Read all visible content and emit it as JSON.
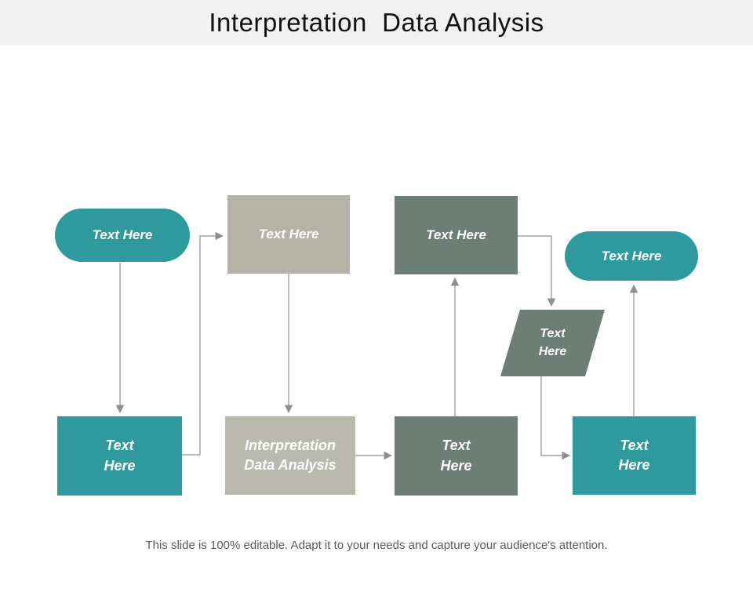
{
  "slide": {
    "title": "Interpretation  Data Analysis",
    "footer": "This slide is 100% editable. Adapt it to your needs and capture your audience's attention."
  },
  "colors": {
    "teal": "#2e9a9e",
    "sage": "#b4b3a6",
    "sage_light": "#bab9ad",
    "slate": "#6d7e76",
    "connector": "#8f8f8f",
    "title_band_bg": "#f1f1f1",
    "title_text": "#121212",
    "footer_text": "#5a5a5a",
    "node_text": "#ffffff"
  },
  "diagram": {
    "nodes": [
      {
        "id": "pill-top-left",
        "shape": "rounded-pill",
        "color": "#2e9a9e",
        "label": "Text Here"
      },
      {
        "id": "rect-top-sage",
        "shape": "rectangle",
        "color": "#b4b3a6",
        "label": "Text Here"
      },
      {
        "id": "rect-top-slate",
        "shape": "rectangle",
        "color": "#6d7e76",
        "label": "Text Here"
      },
      {
        "id": "pill-top-right",
        "shape": "rounded-pill",
        "color": "#2e9a9e",
        "label": "Text Here"
      },
      {
        "id": "parallelogram",
        "shape": "parallelogram",
        "color": "#6d7e76",
        "label": "Text\nHere"
      },
      {
        "id": "rect-bottom-teal-left",
        "shape": "rectangle",
        "color": "#2e9a9e",
        "label": "Text\nHere"
      },
      {
        "id": "rect-bottom-sage",
        "shape": "rectangle",
        "color": "#bab9ad",
        "label": "Interpretation\nData Analysis"
      },
      {
        "id": "rect-bottom-slate",
        "shape": "rectangle",
        "color": "#6d7e76",
        "label": "Text\nHere"
      },
      {
        "id": "rect-bottom-teal-right",
        "shape": "rectangle",
        "color": "#2e9a9e",
        "label": "Text\nHere"
      }
    ],
    "connections": [
      {
        "from": "pill-top-left",
        "to": "rect-bottom-teal-left",
        "route": "down"
      },
      {
        "from": "rect-bottom-teal-left",
        "to": "rect-top-sage",
        "route": "right-up-right"
      },
      {
        "from": "rect-top-sage",
        "to": "rect-bottom-sage",
        "route": "down"
      },
      {
        "from": "rect-bottom-sage",
        "to": "rect-bottom-slate",
        "route": "right"
      },
      {
        "from": "rect-bottom-slate",
        "to": "rect-top-slate",
        "route": "up"
      },
      {
        "from": "rect-top-slate",
        "to": "parallelogram",
        "route": "right-down"
      },
      {
        "from": "parallelogram",
        "to": "rect-bottom-teal-right",
        "route": "down-right"
      },
      {
        "from": "rect-bottom-teal-right",
        "to": "pill-top-right",
        "route": "up"
      }
    ]
  }
}
